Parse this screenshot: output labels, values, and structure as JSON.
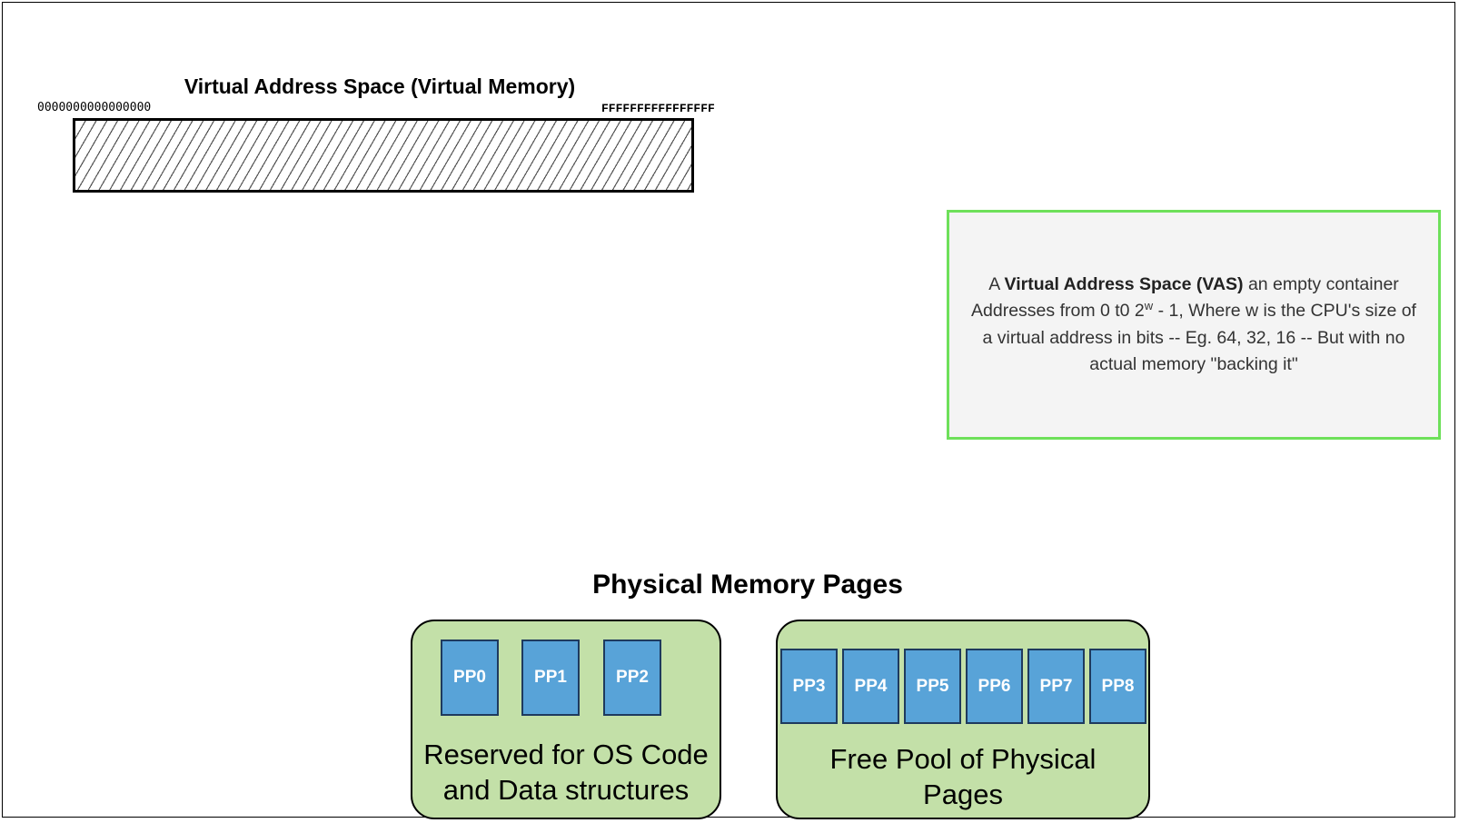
{
  "virtual_address_space": {
    "title": "Virtual Address Space (Virtual Memory)",
    "start_address": "0000000000000000",
    "end_address": "FFFFFFFFFFFFFFFF"
  },
  "note": {
    "prefix": "A ",
    "bold": "Virtual Address Space (VAS)",
    "line1_rest": " an empty container",
    "line2_before_exp": "Addresses from 0 t0 2",
    "exponent": "w",
    "line2_after_exp": " - 1, Where w is the CPU's size of",
    "line3": "a virtual address in bits -- Eg. 64, 32, 16 -- But with no",
    "line4": "actual memory \"backing it\"",
    "border_color": "#6ee05a",
    "background_color": "#f4f4f4"
  },
  "physical_memory": {
    "title": "Physical Memory Pages",
    "reserved": {
      "pages": [
        "PP0",
        "PP1",
        "PP2"
      ],
      "label_line1": "Reserved for OS Code",
      "label_line2": "and Data structures"
    },
    "free": {
      "pages": [
        "PP3",
        "PP4",
        "PP5",
        "PP6",
        "PP7",
        "PP8"
      ],
      "label_line1": "Free Pool of Physical",
      "label_line2": "Pages"
    },
    "group_color": "#c3e0a8",
    "page_color": "#58a3d8"
  }
}
